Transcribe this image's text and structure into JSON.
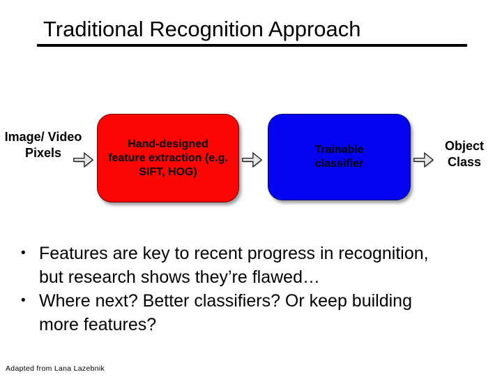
{
  "slide": {
    "title": "Traditional Recognition Approach",
    "footer": "Adapted from Lana Lazebnik"
  },
  "diagram": {
    "input_label": "Image/ Video\nPixels",
    "feature_box_label": "Hand-designed\nfeature extraction (e.g.\nSIFT, HOG)",
    "classifier_box_label": "Trainable\nclassifier",
    "output_label": "Object\nClass",
    "icons": {
      "flow_arrow": "arrow-right"
    },
    "colors": {
      "feature_box": "#fb0505",
      "classifier_box": "#0404f2",
      "arrow_fill": "#e6e6e6",
      "text": "#000000"
    }
  },
  "bullets": [
    "Features are key to recent progress in recognition,\nbut research shows they’re flawed…",
    "Where next? Better classifiers? Or keep building\nmore features?"
  ]
}
